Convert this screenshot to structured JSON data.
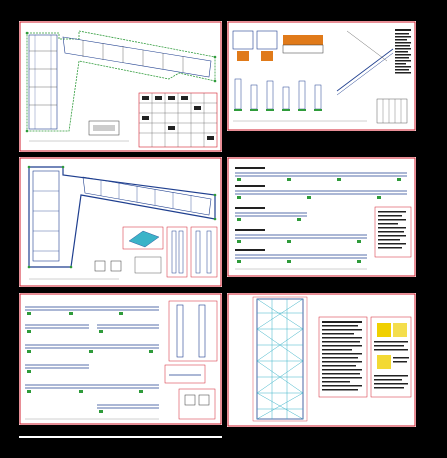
{
  "viewer": {
    "sheets": [
      {
        "id": "s1",
        "content": "site-plan-with-detail-table"
      },
      {
        "id": "s2",
        "content": "foundation-and-stair-details"
      },
      {
        "id": "s3",
        "content": "structural-floor-plan"
      },
      {
        "id": "s4",
        "content": "beam-elevations"
      },
      {
        "id": "s5",
        "content": "beam-elevations-and-column-details"
      },
      {
        "id": "s6",
        "content": "roof-framing-and-notes"
      }
    ],
    "colors": {
      "background": "#000000",
      "sheet": "#ffffff",
      "border": "#d21e2e",
      "line": "#1f3f8f",
      "cyan": "#3bb3c8",
      "green": "#2e9b3a",
      "yellow": "#f0d000",
      "orange": "#e07a1a"
    }
  }
}
